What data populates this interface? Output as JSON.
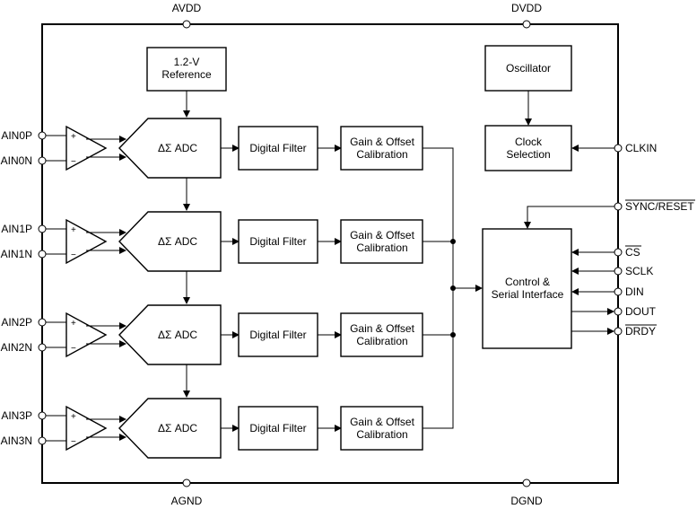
{
  "power_pins": {
    "avdd": "AVDD",
    "dvdd": "DVDD",
    "agnd": "AGND",
    "dgnd": "DGND"
  },
  "reference": {
    "line1": "1.2-V",
    "line2": "Reference"
  },
  "oscillator": {
    "label": "Oscillator"
  },
  "clock_selection": {
    "line1": "Clock",
    "line2": "Selection"
  },
  "control": {
    "line1": "Control &",
    "line2": "Serial Interface"
  },
  "channels": [
    {
      "pos": "AIN0P",
      "neg": "AIN0N",
      "adc": "ΔΣ ADC",
      "filter": "Digital Filter",
      "cal1": "Gain & Offset",
      "cal2": "Calibration"
    },
    {
      "pos": "AIN1P",
      "neg": "AIN1N",
      "adc": "ΔΣ ADC",
      "filter": "Digital Filter",
      "cal1": "Gain & Offset",
      "cal2": "Calibration"
    },
    {
      "pos": "AIN2P",
      "neg": "AIN2N",
      "adc": "ΔΣ ADC",
      "filter": "Digital Filter",
      "cal1": "Gain & Offset",
      "cal2": "Calibration"
    },
    {
      "pos": "AIN3P",
      "neg": "AIN3N",
      "adc": "ΔΣ ADC",
      "filter": "Digital Filter",
      "cal1": "Gain & Offset",
      "cal2": "Calibration"
    }
  ],
  "amp_signs": {
    "plus": "+",
    "minus": "−"
  },
  "digital_pins": {
    "clkin": "CLKIN",
    "sync_reset": "SYNC/RESET",
    "cs": "CS",
    "sclk": "SCLK",
    "din": "DIN",
    "dout": "DOUT",
    "drdy": "DRDY"
  }
}
